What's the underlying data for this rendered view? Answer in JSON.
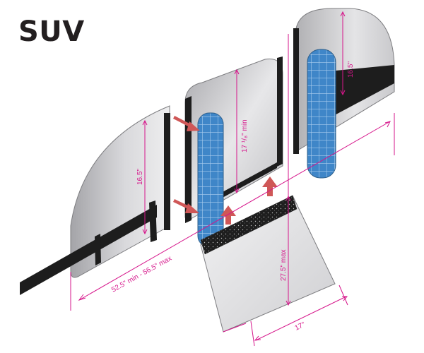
{
  "title": "SUV",
  "colors": {
    "dimension": "#d6168b",
    "panel_light": "#e6e6e8",
    "panel_dark": "#a9a9ad",
    "solar_cell": "#3f86c8",
    "solar_grid": "#9fc7ea",
    "arrow": "#cf5757",
    "strap": "#1d1d1d",
    "title": "#231f20"
  },
  "dimensions": {
    "left_panel_height": "16.5\"",
    "center_panel_height": "17 ¹/₈\" min",
    "right_panel_height": "16.5\"",
    "overall_width": "52.5\" min - 56.5\" max",
    "floor_length": "27.5\" max",
    "floor_width": "17\""
  }
}
